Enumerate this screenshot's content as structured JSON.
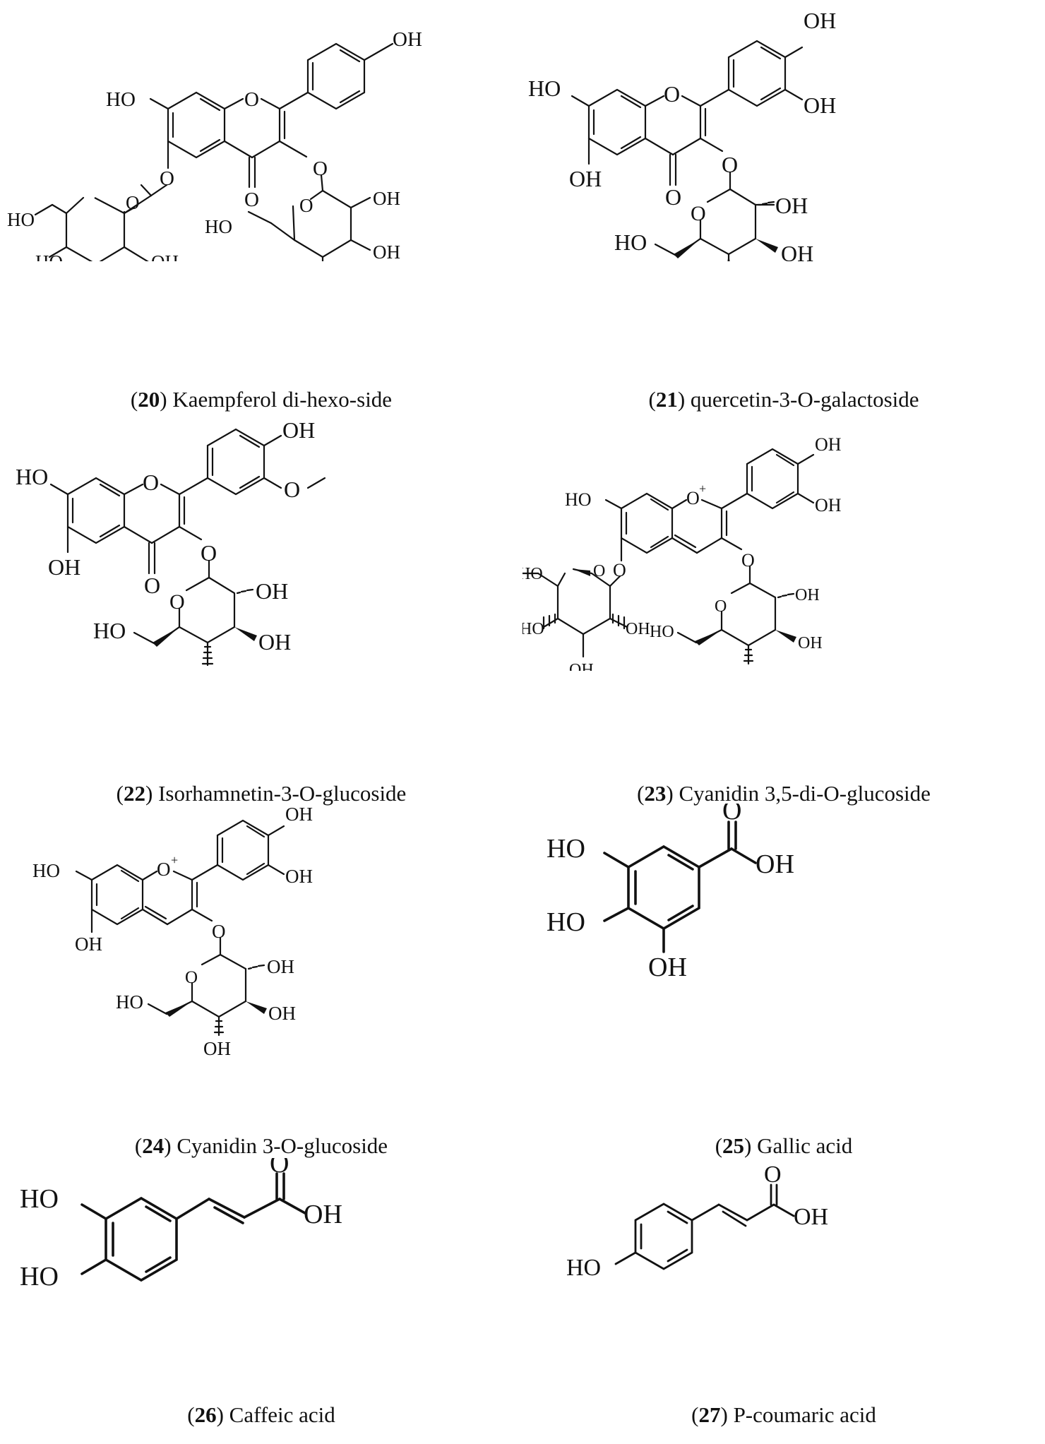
{
  "figure": {
    "panels": [
      {
        "number": "20",
        "name": "Kaempferol di-hexo-side",
        "ring_oxygen": "O",
        "carbonyl": "O",
        "hydroxyl": "OH",
        "hydroxyl_left": "HO",
        "glycosidic_oxygen": "O"
      },
      {
        "number": "21",
        "name": "quercetin-3-O-galactoside",
        "ring_oxygen": "O",
        "carbonyl": "O",
        "hydroxyl": "OH",
        "hydroxyl_left": "HO",
        "glycosidic_oxygen": "O"
      },
      {
        "number": "22",
        "name": "Isorhamnetin-3-O-glucoside",
        "ring_oxygen": "O",
        "carbonyl": "O",
        "hydroxyl": "OH",
        "hydroxyl_left": "HO",
        "glycosidic_oxygen": "O"
      },
      {
        "number": "23",
        "name": "Cyanidin 3,5-di-O-glucoside",
        "ring_oxygen": "O",
        "charge": "+",
        "hydroxyl": "OH",
        "hydroxyl_left": "HO",
        "glycosidic_oxygen": "O"
      },
      {
        "number": "24",
        "name": "Cyanidin 3-O-glucoside",
        "ring_oxygen": "O",
        "charge": "+",
        "hydroxyl": "OH",
        "hydroxyl_left": "HO",
        "glycosidic_oxygen": "O"
      },
      {
        "number": "25",
        "name": "Gallic acid",
        "carbonyl": "O",
        "hydroxyl": "OH",
        "hydroxyl_left": "HO"
      },
      {
        "number": "26",
        "name": "Caffeic acid",
        "carbonyl": "O",
        "hydroxyl": "OH",
        "hydroxyl_left": "HO"
      },
      {
        "number": "27",
        "name": "P-coumaric acid",
        "carbonyl": "O",
        "hydroxyl": "OH",
        "hydroxyl_left": "HO"
      }
    ]
  }
}
